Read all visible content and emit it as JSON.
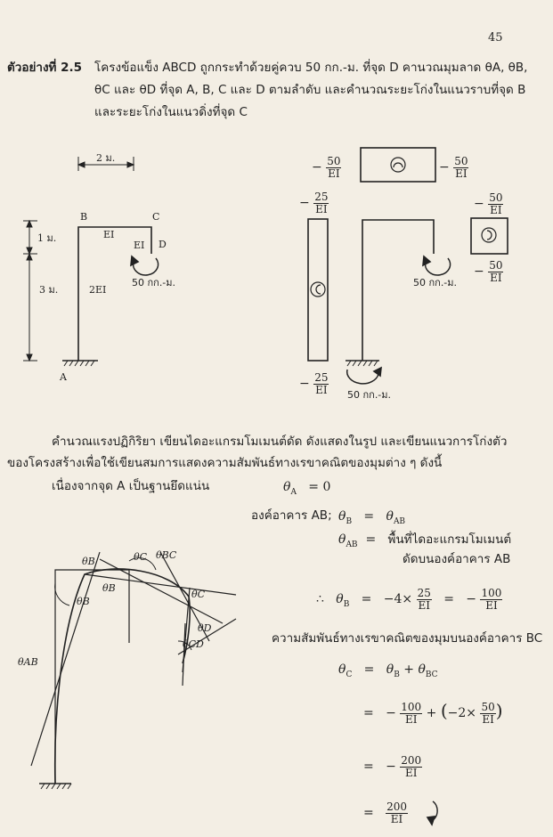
{
  "page_number": "45",
  "example": {
    "label": "ตัวอย่างที่ 2.5",
    "line1": "โครงข้อแข็ง ABCD ถูกกระทำด้วยคู่ควบ 50 กก.-ม. ที่จุด D  คานวณมุมลาด θA, θB,",
    "line2": "θC และ θD ที่จุด A, B, C และ D ตามลำดับ  และคำนวณระยะโก่งในแนวราบที่จุด B",
    "line3": "และระยะโก่งในแนวดิ่งที่จุด C"
  },
  "frame_diagram": {
    "span": "2 ม.",
    "h1": "1 ม.",
    "h2": "3 ม.",
    "B": "B",
    "C": "C",
    "D": "D",
    "A": "A",
    "beam_ei": "EI",
    "cd_ei": "EI",
    "column_ei": "2EI",
    "moment": "50 กก.-ม."
  },
  "moment_diagram": {
    "top_left": "50",
    "top_right": "50",
    "col_top": "25",
    "col_bottom": "25",
    "cd_top": "50",
    "cd_bottom": "50",
    "den": "EI",
    "moment_d": "50 กก.-ม.",
    "moment_a": "50 กก.-ม."
  },
  "body": {
    "p1": "คำนวณแรงปฏิกิริยา  เขียนไดอะแกรมโมเมนต์ดัด  ดังแสดงในรูป  และเขียนแนวการโก่งตัว",
    "p2": "ของโครงสร้างเพื่อใช้เขียนสมการแสดงความสัมพันธ์ทางเรขาคณิตของมุมต่าง ๆ ดังนี้",
    "p3": "เนื่องจากจุด A เป็นฐานยึดแน่น",
    "thetaA": "= 0",
    "member_ab": "องค์อาคาร AB;",
    "area_text1": "พื้นที่ไดอะแกรมโมเมนต์",
    "area_text2": "ดัดบนองค์อาคาร AB",
    "bc_text": "ความสัมพันธ์ทางเรขาคณิตของมุมบนองค์อาคาร BC"
  },
  "deflected_labels": [
    "θB",
    "θC",
    "θBC",
    "θB",
    "θB",
    "θC",
    "θD",
    "θCD",
    "θAB"
  ]
}
